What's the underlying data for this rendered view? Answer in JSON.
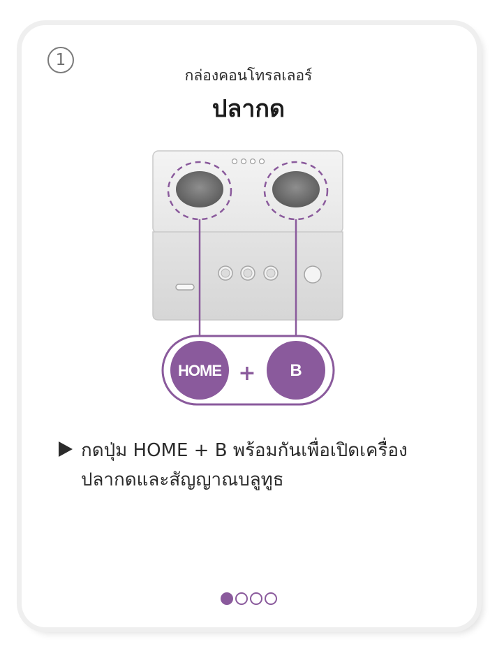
{
  "step": {
    "number": "1"
  },
  "header": {
    "subtitle": "กล่องคอนโทรลเลอร์",
    "title": "ปลากด"
  },
  "illustration": {
    "button_left_label": "HOME",
    "plus_label": "+",
    "button_right_label": "B"
  },
  "instruction": {
    "line1": "กดปุ่ม HOME + B พร้อมกันเพื่อเปิดเครื่อง",
    "line2": "ปลากดและสัญญาณบลูทูธ"
  },
  "pager": {
    "total": 4,
    "active_index": 0
  },
  "colors": {
    "accent": "#8a5a9c",
    "text": "#2b2b2b"
  }
}
